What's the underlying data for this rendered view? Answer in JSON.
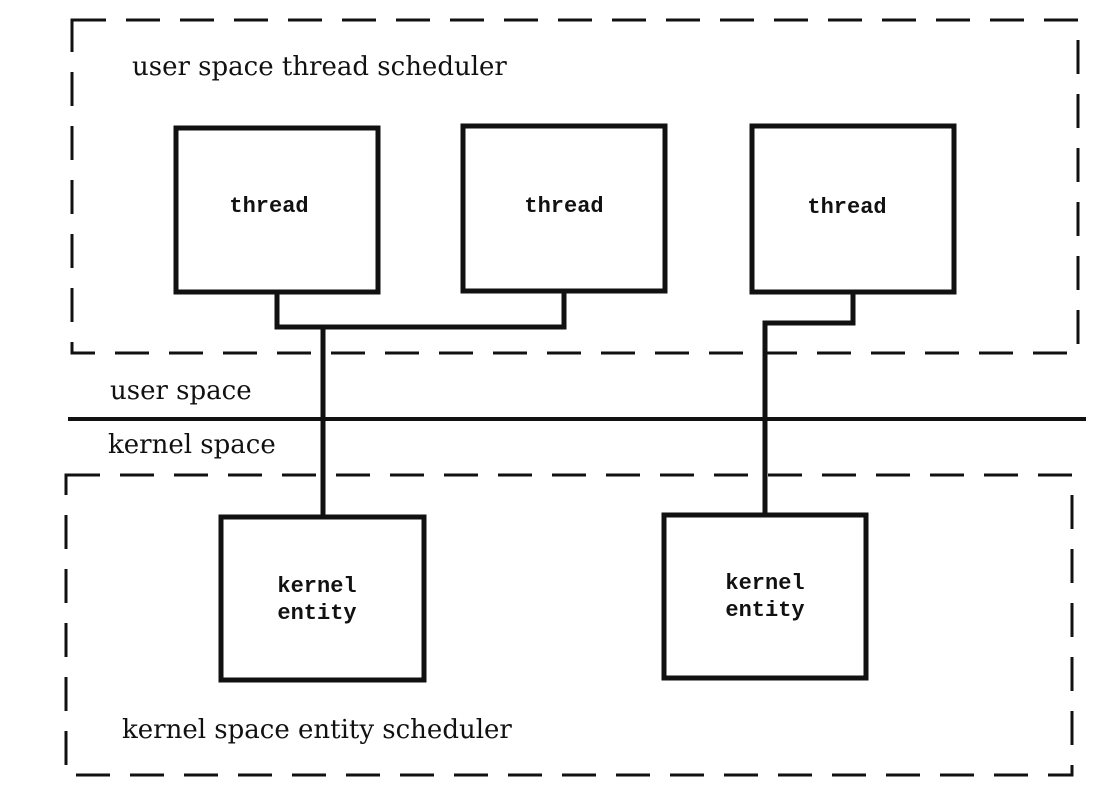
{
  "regions": {
    "user_scheduler_label": "user space thread scheduler",
    "kernel_scheduler_label": "kernel space entity scheduler",
    "user_space_label": "user space",
    "kernel_space_label": "kernel space"
  },
  "threads": [
    {
      "label": "thread"
    },
    {
      "label": "thread"
    },
    {
      "label": "thread"
    }
  ],
  "kernel_entities": [
    {
      "line1": "kernel",
      "line2": "entity"
    },
    {
      "line1": "kernel",
      "line2": "entity"
    }
  ],
  "colors": {
    "stroke": "#111111",
    "background": "#ffffff"
  }
}
